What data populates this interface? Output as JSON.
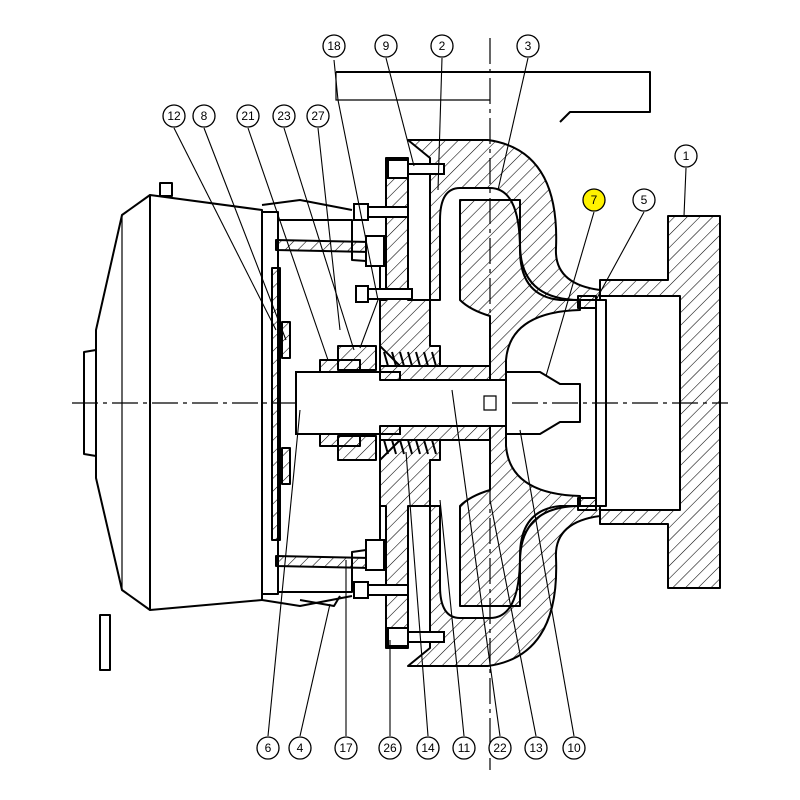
{
  "diagram": {
    "callouts": [
      {
        "label": "18",
        "highlight": false
      },
      {
        "label": "9",
        "highlight": false
      },
      {
        "label": "2",
        "highlight": false
      },
      {
        "label": "3",
        "highlight": false
      },
      {
        "label": "12",
        "highlight": false
      },
      {
        "label": "8",
        "highlight": false
      },
      {
        "label": "21",
        "highlight": false
      },
      {
        "label": "23",
        "highlight": false
      },
      {
        "label": "27",
        "highlight": false
      },
      {
        "label": "1",
        "highlight": false
      },
      {
        "label": "7",
        "highlight": true
      },
      {
        "label": "5",
        "highlight": false
      },
      {
        "label": "6",
        "highlight": false
      },
      {
        "label": "4",
        "highlight": false
      },
      {
        "label": "17",
        "highlight": false
      },
      {
        "label": "26",
        "highlight": false
      },
      {
        "label": "14",
        "highlight": false
      },
      {
        "label": "11",
        "highlight": false
      },
      {
        "label": "22",
        "highlight": false
      },
      {
        "label": "13",
        "highlight": false
      },
      {
        "label": "10",
        "highlight": false
      }
    ],
    "highlight_color": "#fff200",
    "line_color": "#000000"
  }
}
